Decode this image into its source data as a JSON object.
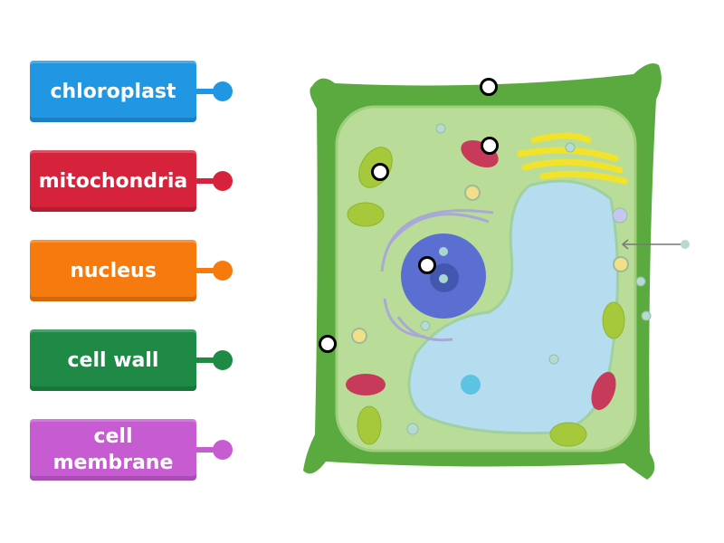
{
  "labels": [
    {
      "text": "chloroplast",
      "color": "#2196e3"
    },
    {
      "text": "mitochondria",
      "color": "#d7223b"
    },
    {
      "text": "nucleus",
      "color": "#f77a0f"
    },
    {
      "text": "cell wall",
      "color": "#1f8a46"
    },
    {
      "text": "cell membrane",
      "color": "#c65bd2"
    }
  ],
  "drop_targets": 5
}
